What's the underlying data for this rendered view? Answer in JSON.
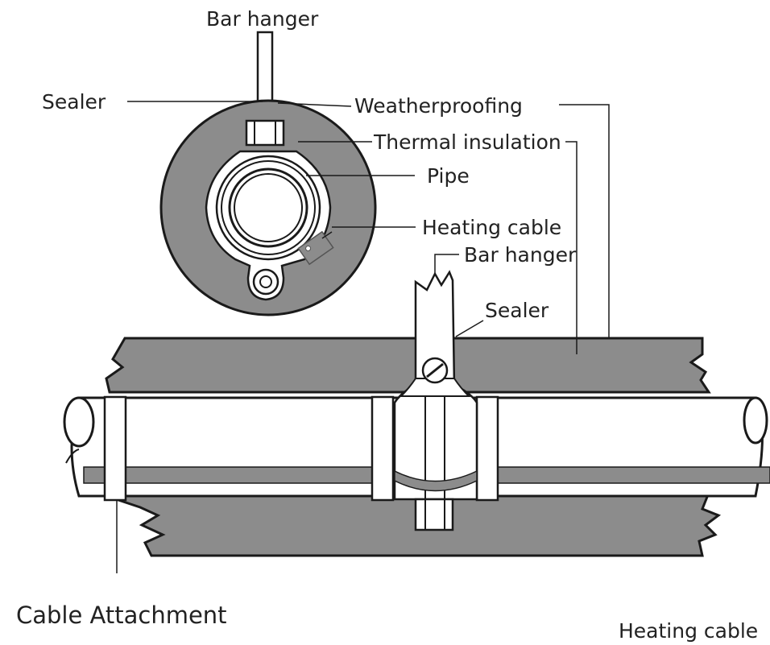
{
  "labels": {
    "bar_hanger_top": "Bar hanger",
    "sealer_top": "Sealer",
    "weatherproofing": "Weatherproofing",
    "thermal_insulation": "Thermal insulation",
    "pipe": "Pipe",
    "heating_cable_top": "Heating cable",
    "bar_hanger_side": "Bar hanger",
    "sealer_side": "Sealer",
    "cable_attachment": "Cable Attachment",
    "heating_cable_bottom": "Heating cable"
  },
  "colors": {
    "insulation": "#8c8c8c",
    "cable": "#8c8c8c",
    "stroke": "#1a1a1a",
    "pipe": "#ffffff"
  }
}
